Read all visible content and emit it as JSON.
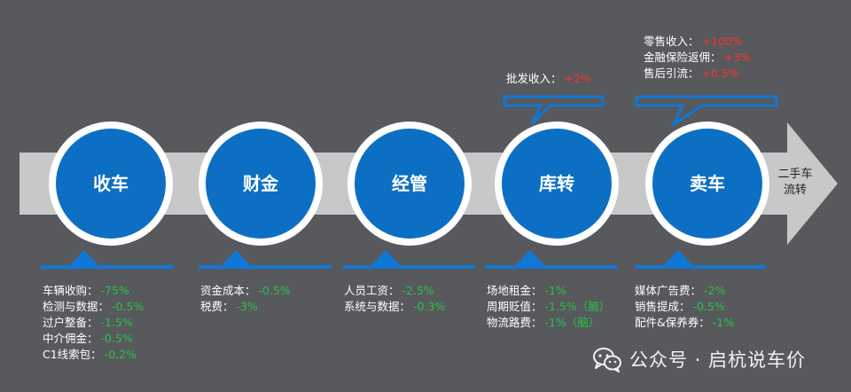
{
  "arrow": {
    "label_line1": "二手车",
    "label_line2": "流转"
  },
  "colors": {
    "circle_fill": "#0d6fc4",
    "circle_ring": "#ffffff",
    "arrow": "#c8c8c8",
    "accent": "#1177d6",
    "negative": "#29c24a",
    "positive": "#ff3030"
  },
  "stages": [
    {
      "id": "shouche",
      "label": "收车"
    },
    {
      "id": "caijin",
      "label": "财金"
    },
    {
      "id": "jingguan",
      "label": "经管"
    },
    {
      "id": "kuzhuan",
      "label": "库转"
    },
    {
      "id": "maiche",
      "label": "卖车"
    }
  ],
  "costs": [
    {
      "stage": "shouche",
      "items": [
        {
          "label": "车辆收购：",
          "value": "-75%"
        },
        {
          "label": "检测与数据：",
          "value": "-0.5%"
        },
        {
          "label": "过户整备：",
          "value": "-1.5%"
        },
        {
          "label": "中介佣金：",
          "value": "-0.5%"
        },
        {
          "label": "C1线索包：",
          "value": "-0.2%"
        }
      ]
    },
    {
      "stage": "caijin",
      "items": [
        {
          "label": "资金成本：",
          "value": "-0.5%"
        },
        {
          "label": "税费：",
          "value": "-3%"
        }
      ]
    },
    {
      "stage": "jingguan",
      "items": [
        {
          "label": "人员工资：",
          "value": "-2.5%"
        },
        {
          "label": "系统与数据：",
          "value": "-0.3%"
        }
      ]
    },
    {
      "stage": "kuzhuan",
      "items": [
        {
          "label": "场地租金：",
          "value": "-1%"
        },
        {
          "label": "周期贬值：",
          "value": "-1.5%（脑）"
        },
        {
          "label": "物流路费：",
          "value": "-1%（脑）"
        }
      ]
    },
    {
      "stage": "maiche",
      "items": [
        {
          "label": "媒体广告费：",
          "value": "-2%"
        },
        {
          "label": "销售提成：",
          "value": "-0.5%"
        },
        {
          "label": "配件&保养券：",
          "value": "-1%"
        }
      ]
    }
  ],
  "revenues": [
    {
      "stage": "kuzhuan",
      "items": [
        {
          "label": "批发收入：",
          "value": "+2%"
        }
      ]
    },
    {
      "stage": "maiche",
      "items": [
        {
          "label": "零售收入：",
          "value": "+100%"
        },
        {
          "label": "金融保险返佣：",
          "value": "+3%"
        },
        {
          "label": "售后引流：",
          "value": "+0.5%"
        }
      ]
    }
  ],
  "watermark": {
    "icon": "wechat-icon",
    "text": "公众号 · 启杭说车价"
  }
}
